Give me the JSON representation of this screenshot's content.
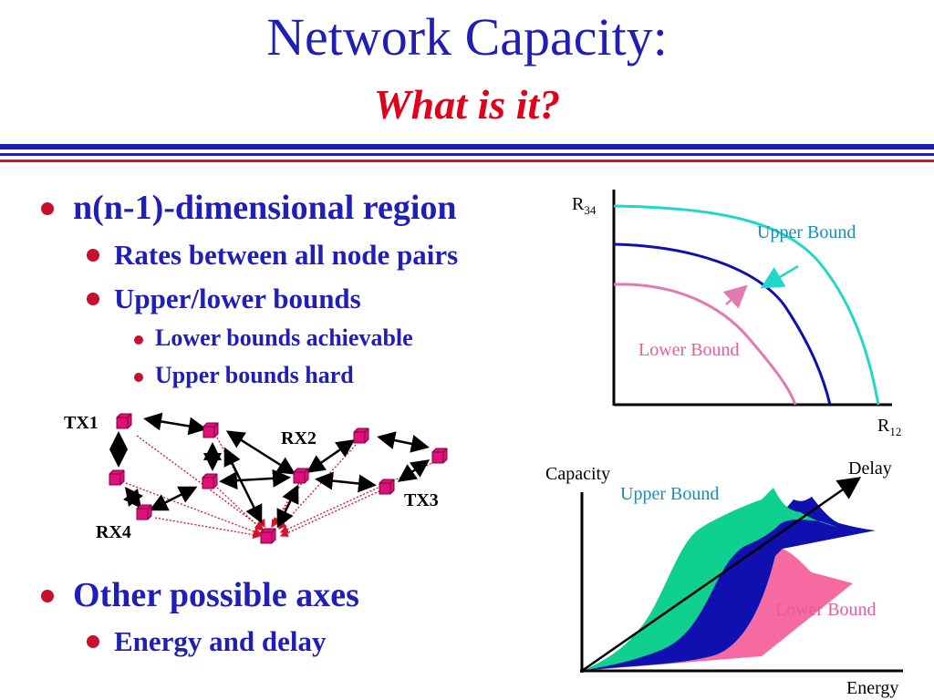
{
  "title": {
    "main": "Network Capacity:",
    "sub": "What is it?"
  },
  "colors": {
    "title_blue": "#1f1fb8",
    "accent_red": "#e0001b",
    "rule_red": "#d8102a",
    "upper_cyan": "#1fd8c8",
    "capacity_blue": "#1010b0",
    "lower_pink": "#e07ab0",
    "node_magenta": "#e0107a",
    "area_green": "#10d090",
    "area_pink": "#f56aa0"
  },
  "bullets": {
    "b1": "n(n-1)-dimensional region",
    "b1_1": "Rates between all node pairs",
    "b1_2": "Upper/lower bounds",
    "b1_2_1": "Lower bounds achievable",
    "b1_2_2": "Upper bounds hard",
    "b2": "Other possible axes",
    "b2_1": "Energy and delay"
  },
  "rate_region": {
    "y_axis": {
      "pre": "R",
      "sub": "34"
    },
    "x_axis": {
      "pre": "R",
      "sub": "12"
    },
    "upper_label": "Upper Bound",
    "lower_label": "Lower Bound"
  },
  "network": {
    "tx1": "TX1",
    "rx2": "RX2",
    "tx3": "TX3",
    "rx4": "RX4"
  },
  "energy_delay": {
    "y_label": "Capacity",
    "z_label": "Delay",
    "x_label": "Energy",
    "upper_label": "Upper Bound",
    "lower_label": "Lower Bound"
  }
}
